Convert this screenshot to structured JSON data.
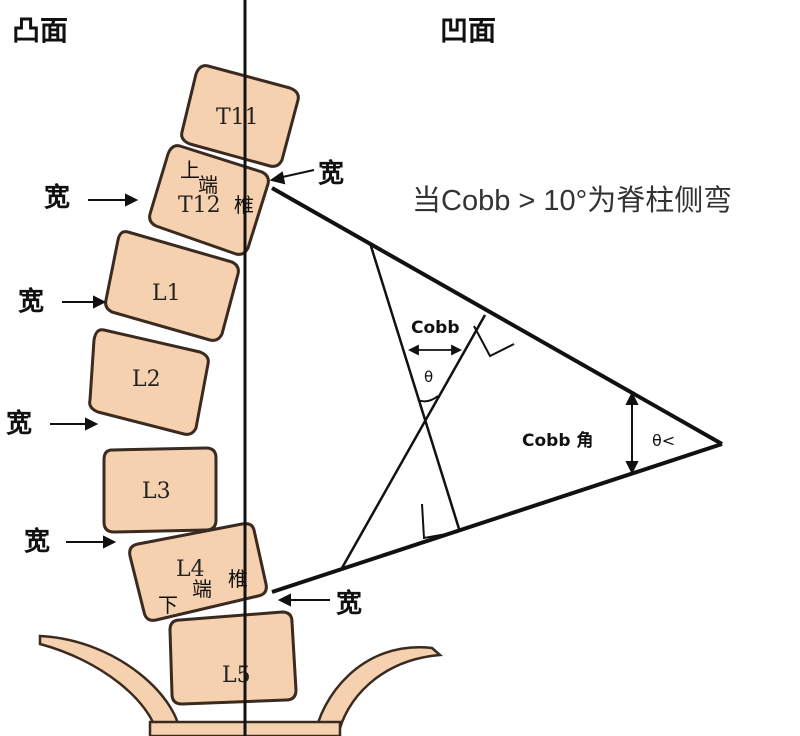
{
  "headers": {
    "convex": "凸面",
    "concave": "凹面"
  },
  "caption": "当Cobb > 10°为脊柱侧弯",
  "vertebrae": [
    {
      "id": "t11",
      "label": "T11"
    },
    {
      "id": "t12",
      "label": "T12"
    },
    {
      "id": "l1",
      "label": "L1"
    },
    {
      "id": "l2",
      "label": "L2"
    },
    {
      "id": "l3",
      "label": "L3"
    },
    {
      "id": "l4",
      "label": "L4"
    },
    {
      "id": "l5",
      "label": "L5"
    }
  ],
  "upper_end": {
    "c1": "上",
    "c2": "端",
    "c3": "椎"
  },
  "lower_end": {
    "c1": "下",
    "c2": "端",
    "c3": "椎"
  },
  "wide_label": "宽",
  "cobb_label": "Cobb",
  "cobb_angle_label": "Cobb 角",
  "theta": "θ",
  "theta_arc": "θ<",
  "colors": {
    "bone": "#f6d1b0",
    "bone_outline": "#3a2a20",
    "line": "#111111"
  }
}
